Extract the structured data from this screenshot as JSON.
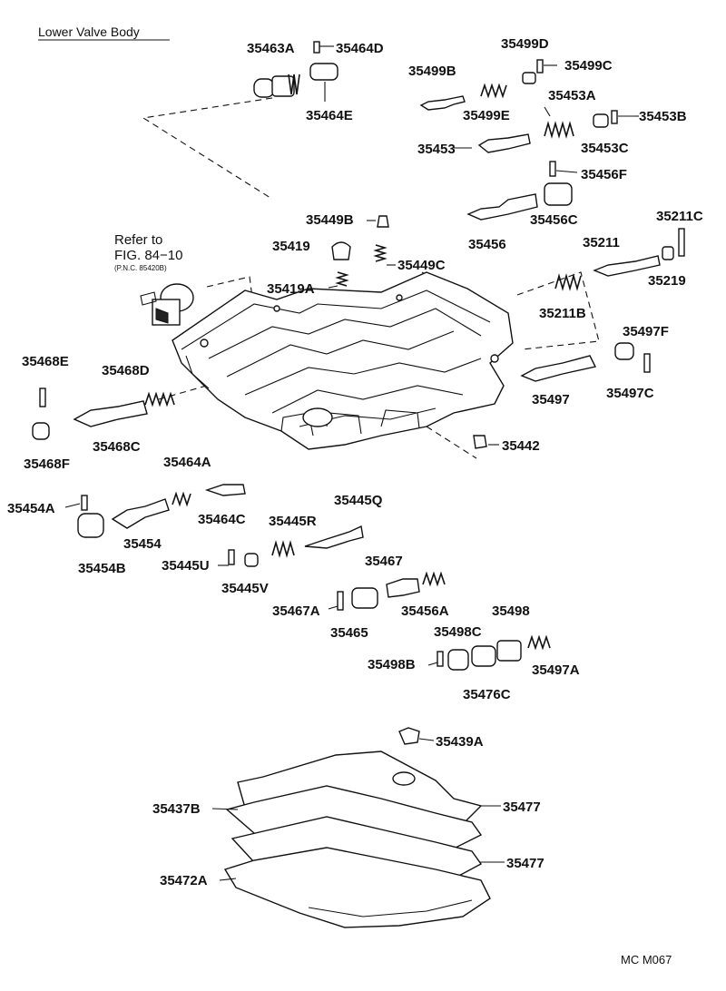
{
  "diagram": {
    "title": "Lower Valve Body",
    "code": "MC  M067",
    "reference": {
      "line1": "Refer to",
      "line2": "FIG. 84−10",
      "line3": "(P.N.C. 85420B)"
    },
    "labels": {
      "p35463A": "35463A",
      "p35464D": "35464D",
      "p35464E": "35464E",
      "p35499D": "35499D",
      "p35499B": "35499B",
      "p35499C": "35499C",
      "p35499E": "35499E",
      "p35453A": "35453A",
      "p35453B": "35453B",
      "p35453": "35453",
      "p35453C": "35453C",
      "p35456F": "35456F",
      "p35449B": "35449B",
      "p35419": "35419",
      "p35449C": "35449C",
      "p35419A": "35419A",
      "p35456": "35456",
      "p35456C": "35456C",
      "p35211C": "35211C",
      "p35211": "35211",
      "p35219": "35219",
      "p35211B": "35211B",
      "p35497F": "35497F",
      "p35468E": "35468E",
      "p35468D": "35468D",
      "p35468C": "35468C",
      "p35468F": "35468F",
      "p35497": "35497",
      "p35497C": "35497C",
      "p35442": "35442",
      "p35464A": "35464A",
      "p35454A": "35454A",
      "p35445Q": "35445Q",
      "p35464C": "35464C",
      "p35445R": "35445R",
      "p35454": "35454",
      "p35445U": "35445U",
      "p35454B": "35454B",
      "p35445V": "35445V",
      "p35467": "35467",
      "p35456A": "35456A",
      "p35467A": "35467A",
      "p35465": "35465",
      "p35498": "35498",
      "p35498C": "35498C",
      "p35498B": "35498B",
      "p35497A": "35497A",
      "p35476C": "35476C",
      "p35439A": "35439A",
      "p35437B": "35437B",
      "p35477a": "35477",
      "p35477b": "35477",
      "p35472A": "35472A"
    }
  }
}
